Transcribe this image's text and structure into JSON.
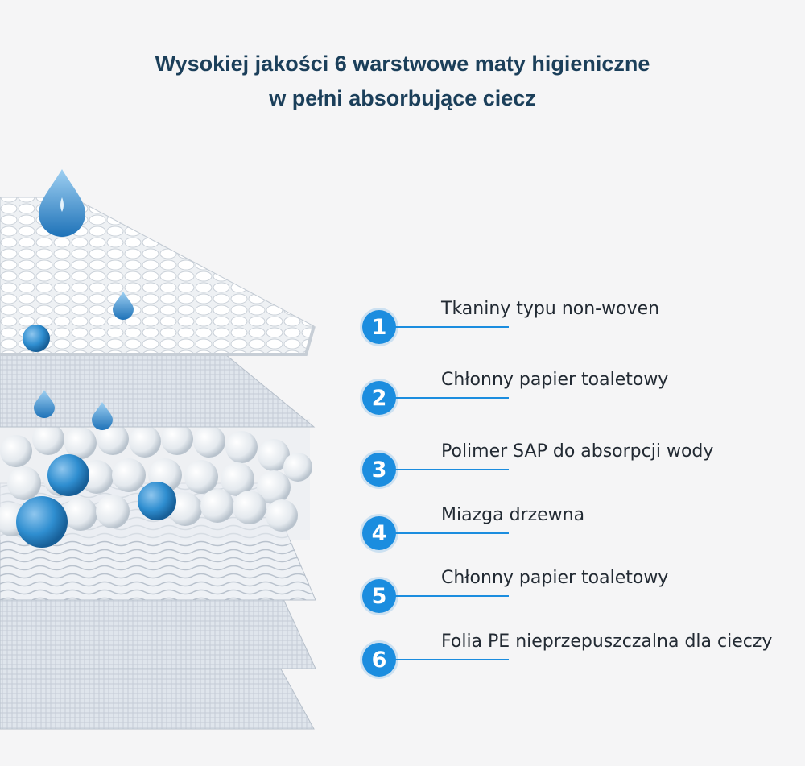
{
  "title": {
    "line1": "Wysokiej jakości 6 warstwowe maty higieniczne",
    "line2": "w pełni absorbujące ciecz"
  },
  "colors": {
    "accent": "#1b8ddf",
    "title": "#1b3f5a",
    "background": "#f5f5f6",
    "droplet": "#2f8ed0"
  },
  "layers": [
    {
      "number": "1",
      "label": "Tkaniny typu non-woven"
    },
    {
      "number": "2",
      "label": "Chłonny papier toaletowy"
    },
    {
      "number": "3",
      "label": "Polimer SAP do absorpcji wody"
    },
    {
      "number": "4",
      "label": "Miazga drzewna"
    },
    {
      "number": "5",
      "label": "Chłonny papier toaletowy"
    },
    {
      "number": "6",
      "label": "Folia PE nieprzepuszczalna dla cieczy"
    }
  ]
}
